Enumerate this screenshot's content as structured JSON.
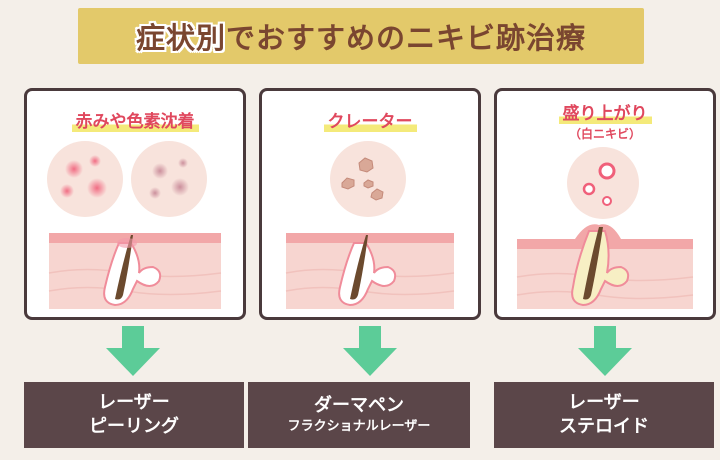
{
  "title": {
    "highlight": "症状別",
    "rest": "でおすすめのニキビ跡治療"
  },
  "cards": [
    {
      "label": "赤みや色素沈着",
      "sub": "",
      "method_line1": "レーザー",
      "method_line2": "ピーリング"
    },
    {
      "label": "クレーター",
      "sub": "",
      "method_line1": "ダーマペン",
      "method_line2": "フラクショナルレーザー"
    },
    {
      "label": "盛り上がり",
      "sub": "（白ニキビ）",
      "method_line1": "レーザー",
      "method_line2": "ステロイド"
    }
  ],
  "colors": {
    "title_bg": "#e3c96a",
    "title_text": "#7a4630",
    "label_text": "#e0485e",
    "arrow": "#5ccc98",
    "method_bg": "#5b4649",
    "card_border": "#4a3a3c",
    "skin": "#f7d5d0",
    "skin_top": "#f2a7a8"
  }
}
